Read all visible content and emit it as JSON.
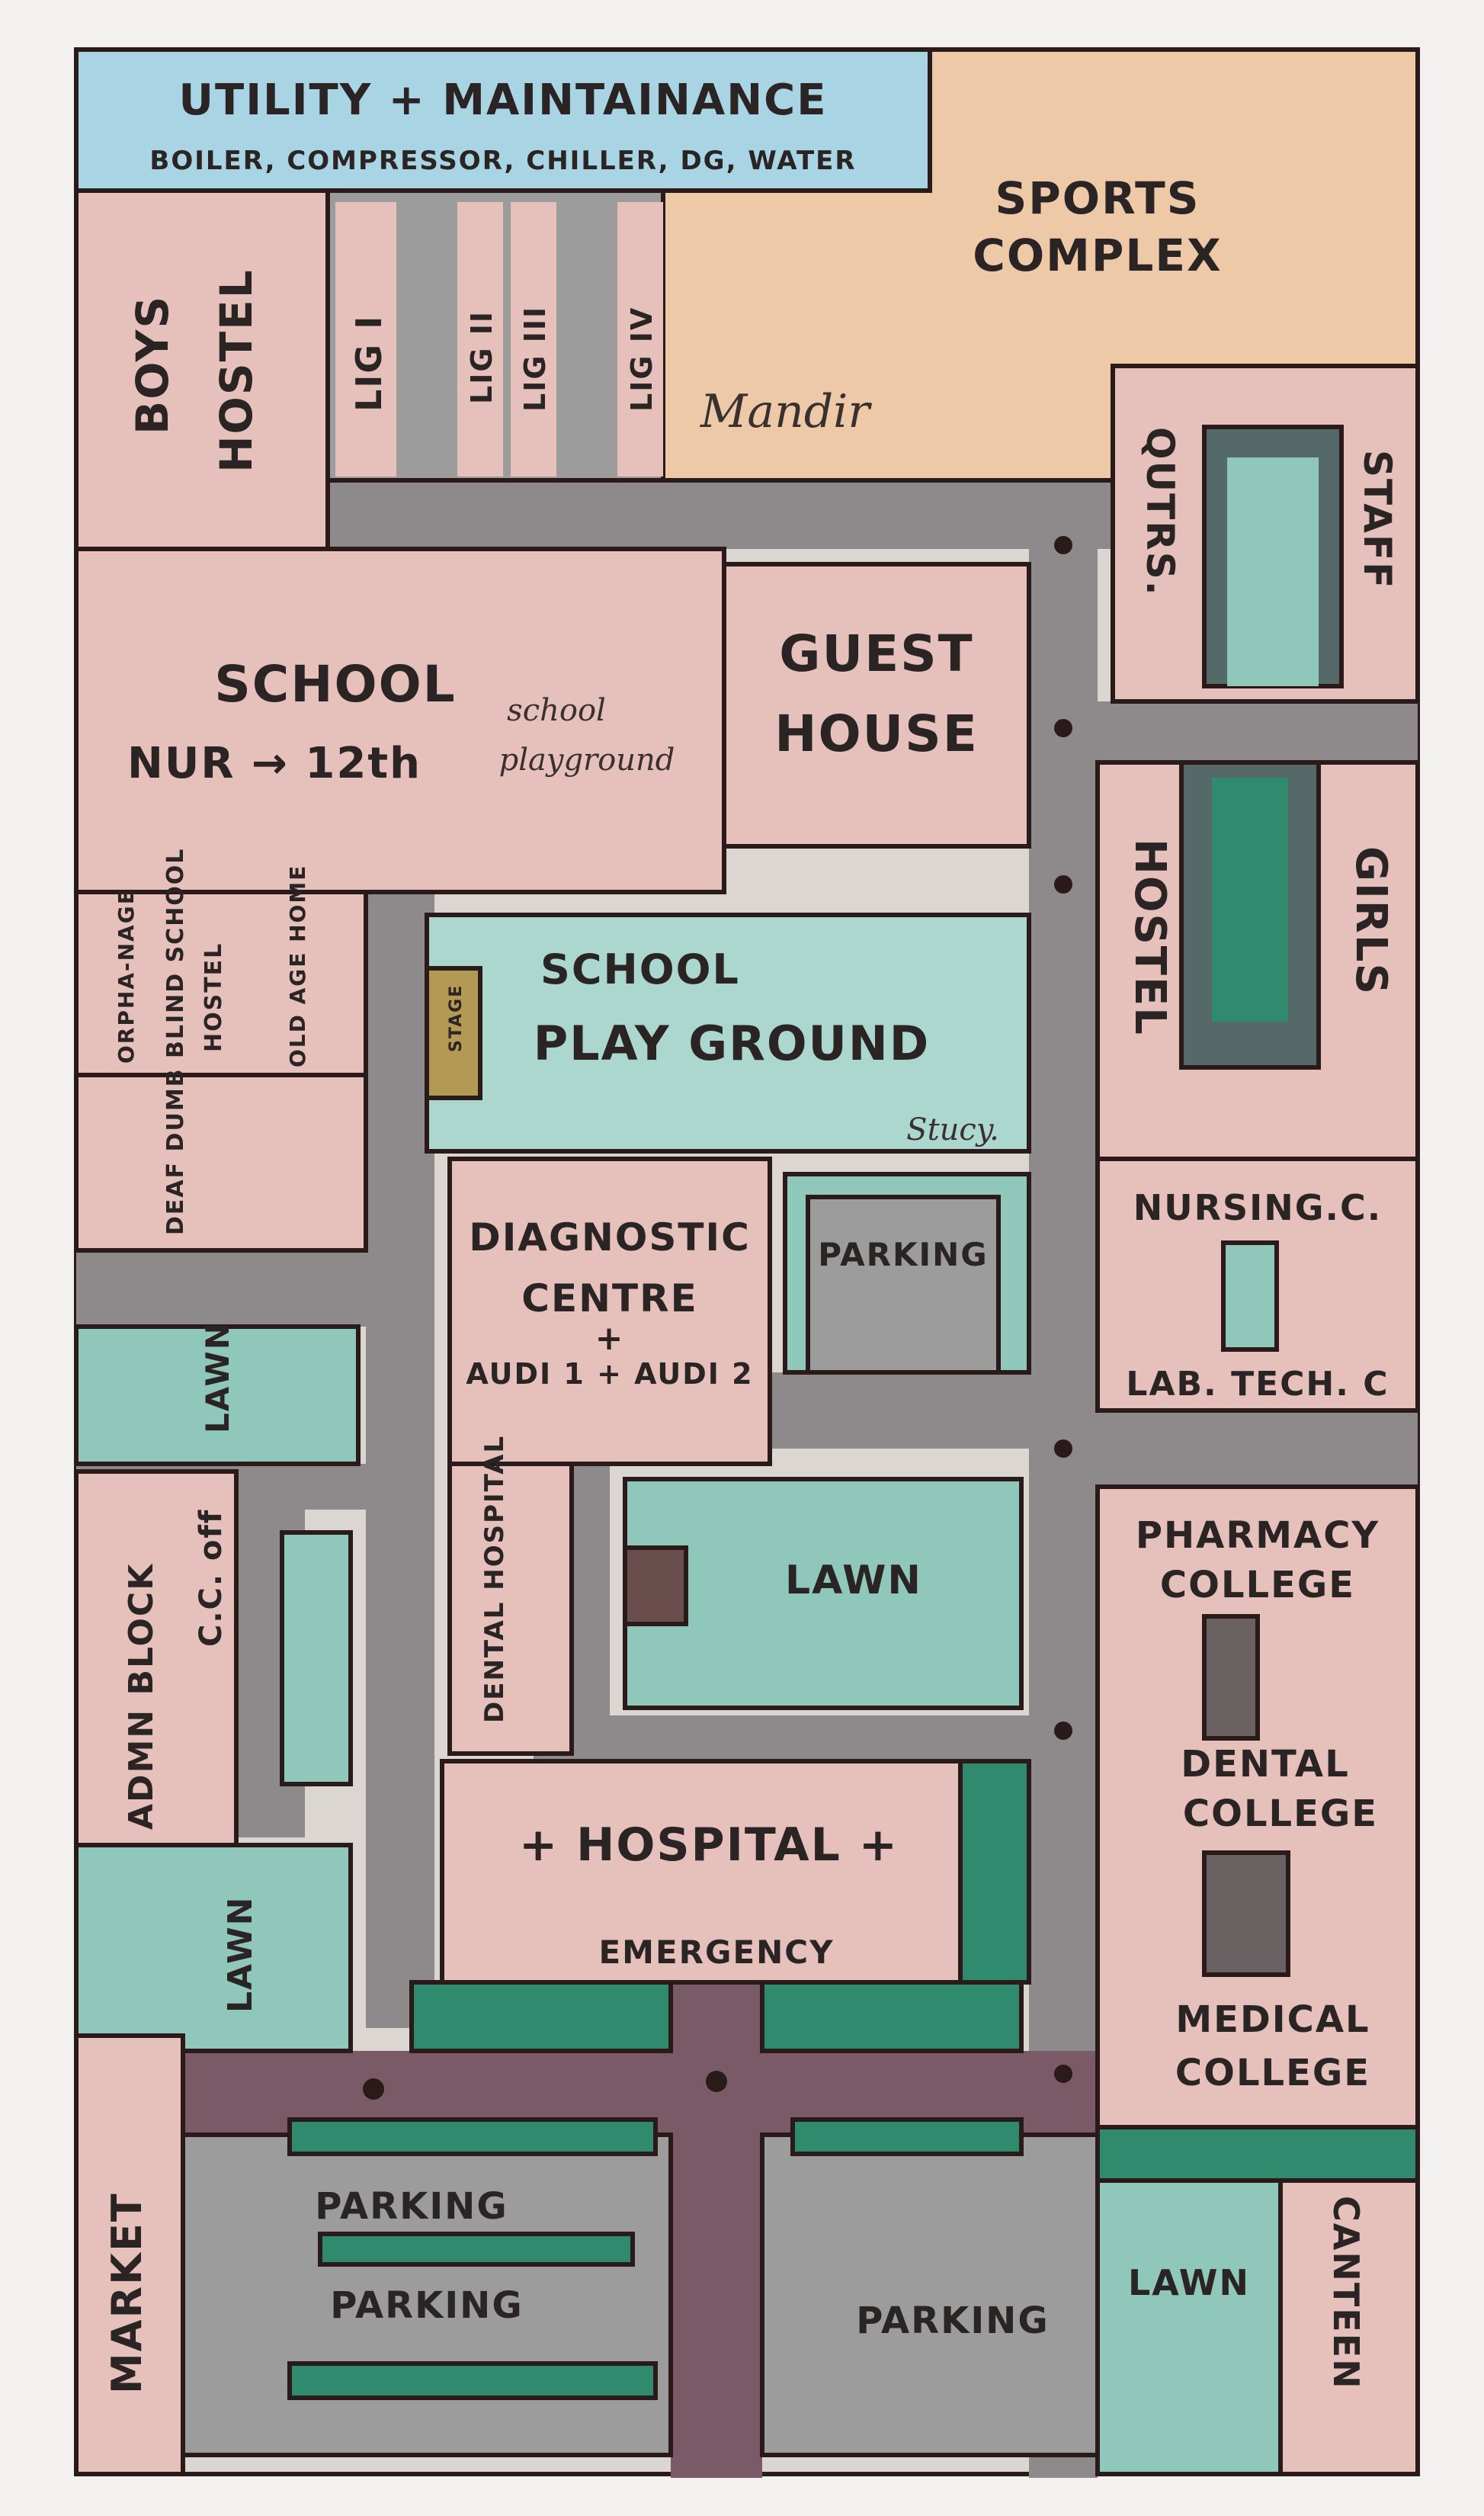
{
  "title": {
    "utility_line1": "UTILITY + MAINTAINANCE",
    "utility_line2": "BOILER, COMPRESSOR, CHILLER, DG, WATER"
  },
  "labels": {
    "sports_complex_1": "SPORTS",
    "sports_complex_2": "COMPLEX",
    "mandir": "Mandir",
    "boys_hostel_1": "BOYS",
    "boys_hostel_2": "HOSTEL",
    "lig_1": "LIG I",
    "lig_2": "LIG II",
    "lig_3": "LIG III",
    "lig_4": "LIG IV",
    "staff_quarters_1": "QUTRS.",
    "staff_quarters_2": "STAFF",
    "school": "SCHOOL",
    "school_grades": "NUR → 12th",
    "school_playground_note_1": "school",
    "school_playground_note_2": "playground",
    "guest_house_1": "GUEST",
    "guest_house_2": "HOUSE",
    "girls_hostel_1": "HOSTEL",
    "girls_hostel_2": "GIRLS",
    "orphanage": "ORPHA-NAGE",
    "hostel_small": "HOSTEL",
    "old_age_home": "OLD AGE HOME",
    "stage": "STAGE",
    "school_play_ground_1": "SCHOOL",
    "school_play_ground_2": "PLAY GROUND",
    "study": "Stucy.",
    "deaf_dumb_blind_school": "DEAF DUMB BLIND SCHOOL",
    "diagnostic_centre_1": "DIAGNOSTIC",
    "diagnostic_centre_2": "CENTRE",
    "diagnostic_centre_3": "+",
    "audi": "AUDI 1 + AUDI 2",
    "parking_top": "PARKING",
    "nursing_college": "NURSING.C.",
    "lab_tech_college": "LAB. TECH. C",
    "lawn_left_1": "LAWN",
    "dental_hospital": "DENTAL HOSPITAL",
    "lawn_center": "LAWN",
    "pharmacy_college_1": "PHARMACY",
    "pharmacy_college_2": "COLLEGE",
    "admin_block": "ADMN BLOCK",
    "cc_off": "C.C. off",
    "dental_college_1": "DENTAL",
    "dental_college_2": "COLLEGE",
    "hospital": "+ HOSPITAL +",
    "emergency": "EMERGENCY",
    "lawn_left_2": "LAWN",
    "medical_college_1": "MEDICAL",
    "medical_college_2": "COLLEGE",
    "market": "MARKET",
    "parking_bottom_1": "PARKING",
    "parking_bottom_2": "PARKING",
    "parking_bottom_3": "PARKING",
    "lawn_bottom_right": "LAWN",
    "canteen": "CANTEEN"
  },
  "colors": {
    "building": "#e6c0ba",
    "road": "#8e8a8c",
    "lawn": "#8fc7bb",
    "lawn_dark": "#2f8a6e",
    "utility": "#a8d4e4",
    "sports": "#edc9a8",
    "main_road": "#7a5a66",
    "outline": "#2a1a1a"
  }
}
